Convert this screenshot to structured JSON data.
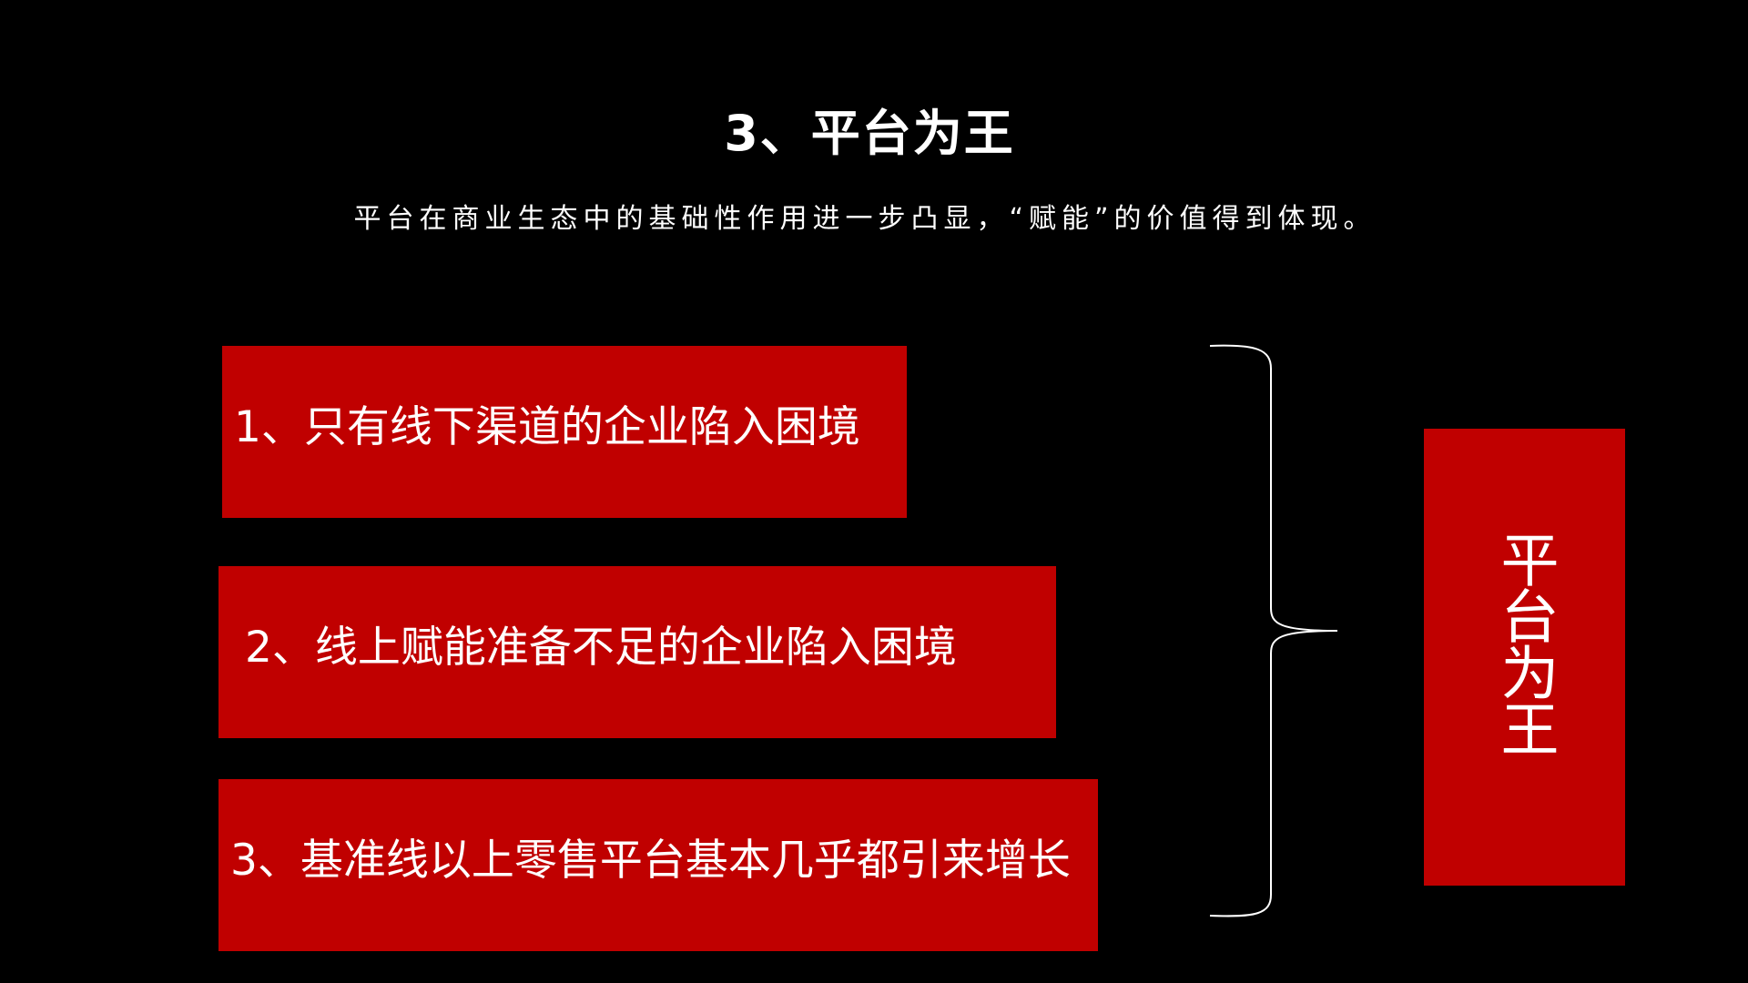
{
  "slide": {
    "title": "3、平台为王",
    "subtitle": "平台在商业生态中的基础性作用进一步凸显，“赋能”的价值得到体现。",
    "items": [
      {
        "label": "1、只有线下渠道的企业陷入困境"
      },
      {
        "label": "2、线上赋能准备不足的企业陷入困境"
      },
      {
        "label": "3、基准线以上零售平台基本几乎都引来增长"
      }
    ],
    "conclusion": "平台为王"
  },
  "colors": {
    "background": "#000000",
    "accent": "#C00000",
    "text": "#FFFFFF"
  }
}
